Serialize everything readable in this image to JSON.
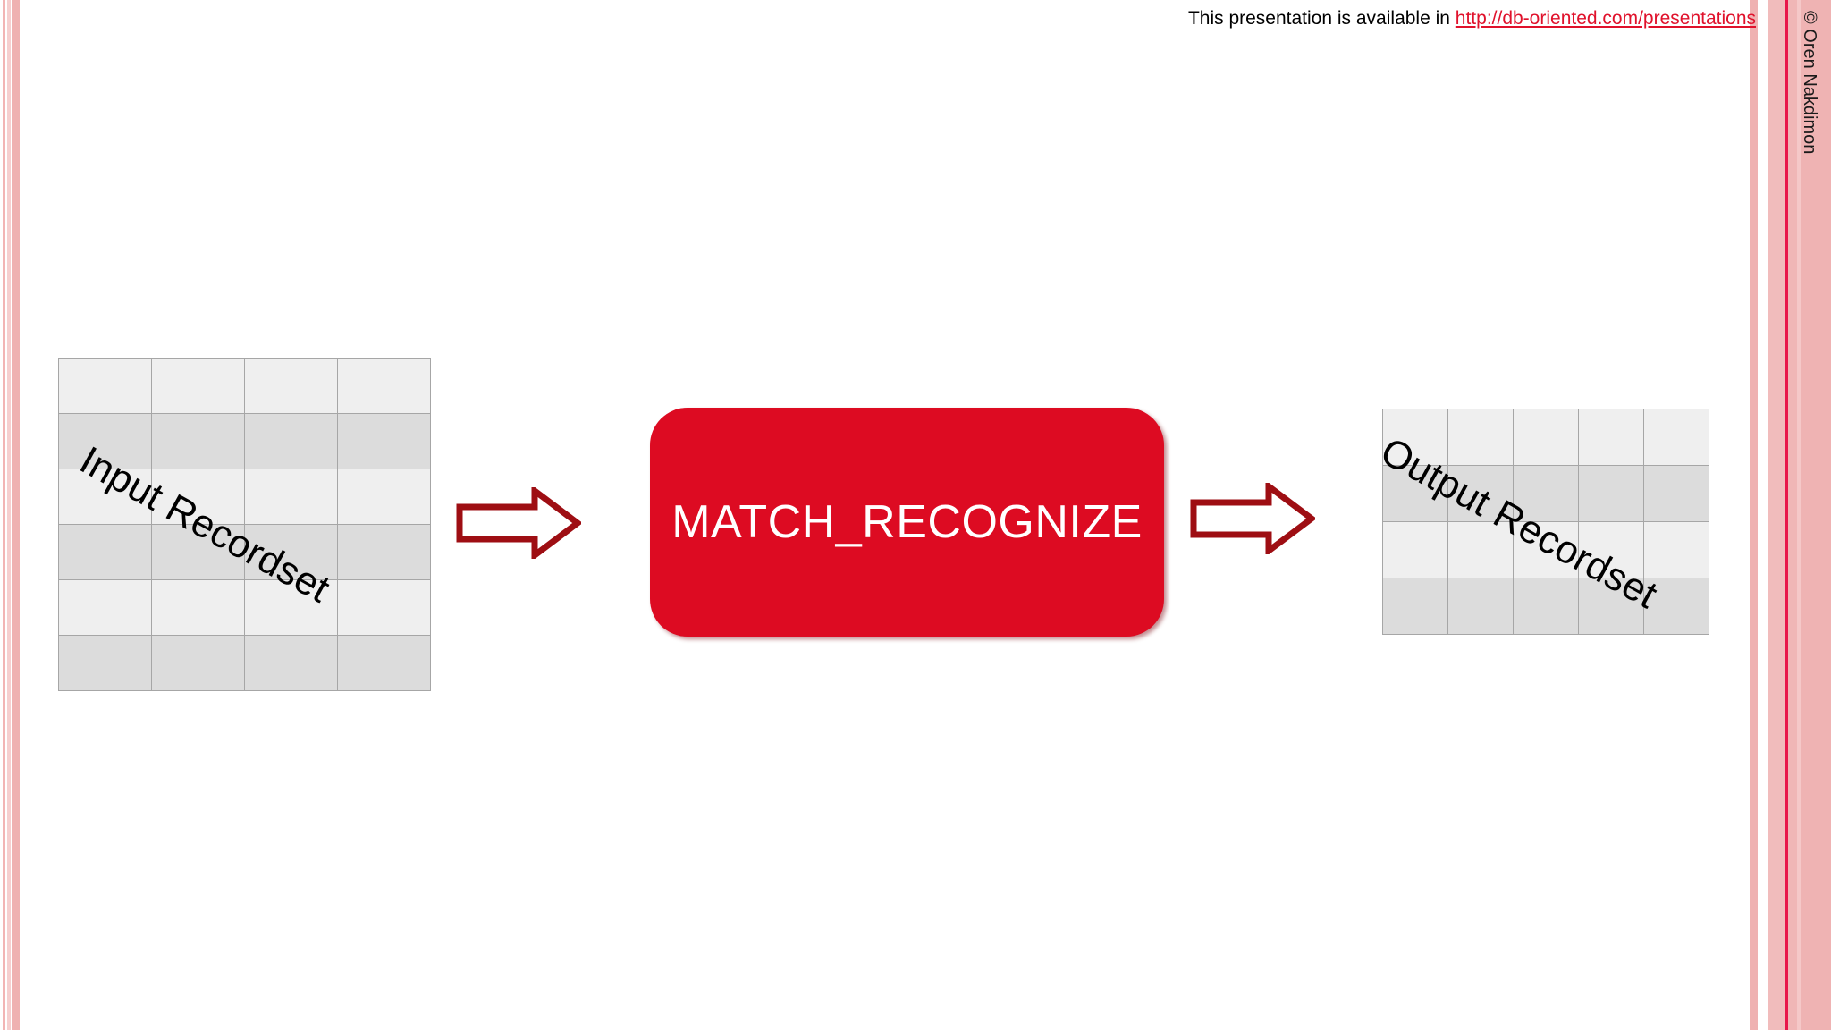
{
  "slide": {
    "background_color": "#ffffff",
    "accent_color": "#dd0b22",
    "arrow_outline_color": "#9e0e13",
    "stripe_color": "#efb1b1"
  },
  "header": {
    "note_prefix": "This presentation is available in ",
    "link_text": "http://db-oriented.com/presentations"
  },
  "copyright": {
    "text": "© Oren Nakdimon"
  },
  "diagram": {
    "input": {
      "label": "Input Recordset",
      "rows": 6,
      "cols": 4,
      "row_shades": [
        "light",
        "dark",
        "light",
        "dark",
        "light",
        "dark"
      ],
      "light_color": "#efefef",
      "dark_color": "#dcdcdc",
      "border_color": "#a6a6a6"
    },
    "process": {
      "label": "MATCH_RECOGNIZE",
      "fill_color": "#dd0b22",
      "text_color": "#ffffff"
    },
    "output": {
      "label": "Output Recordset",
      "rows": 4,
      "cols": 5,
      "row_shades": [
        "light",
        "dark",
        "light",
        "dark"
      ],
      "light_color": "#efefef",
      "dark_color": "#dcdcdc",
      "border_color": "#a6a6a6"
    },
    "arrows": [
      {
        "name": "input-to-process",
        "direction": "right"
      },
      {
        "name": "process-to-output",
        "direction": "right"
      }
    ]
  }
}
